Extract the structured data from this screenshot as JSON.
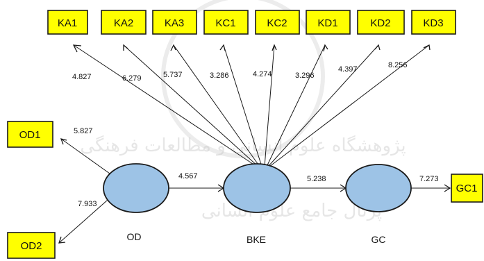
{
  "indicators": {
    "top": [
      "KA1",
      "KA2",
      "KA3",
      "KC1",
      "KC2",
      "KD1",
      "KD2",
      "KD3"
    ],
    "od": [
      "OD1",
      "OD2"
    ],
    "gc": [
      "GC1"
    ]
  },
  "constructs": {
    "od": "OD",
    "bke": "BKE",
    "gc": "GC"
  },
  "coefficients": {
    "top": [
      "4.827",
      "6.279",
      "5.737",
      "3.286",
      "4.274",
      "3.296",
      "4.397",
      "8.256"
    ],
    "od_od1": "5.827",
    "od_od2": "7.933",
    "od_bke": "4.567",
    "bke_gc": "5.238",
    "gc_gc1": "7.273"
  },
  "watermark": {
    "line1": "پژوهشگاه علوم انسانی و مطالعات فرهنگی",
    "line2": "پرتال جامع علوم انسانی"
  },
  "colors": {
    "indicator_fill": "#ffff00",
    "construct_fill": "#9dc3e6",
    "line": "#1a1a1a"
  }
}
